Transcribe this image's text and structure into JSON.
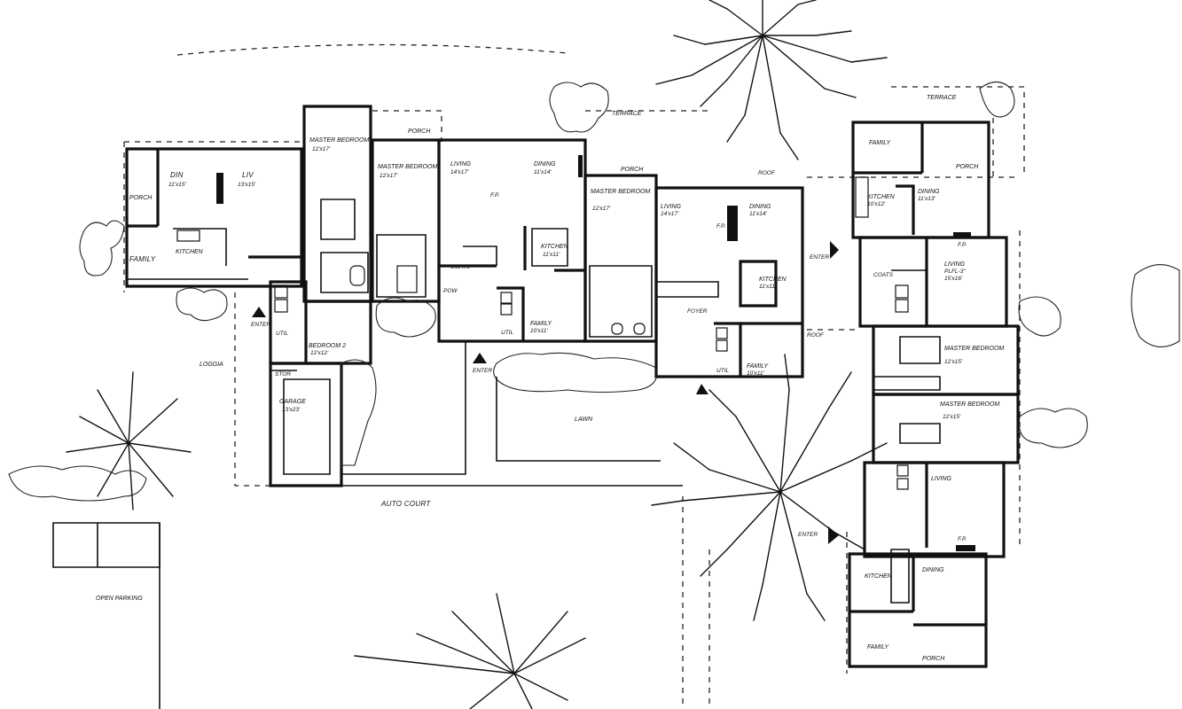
{
  "plan": {
    "labels": {
      "din": "DIN",
      "din_dim": "11'x15'",
      "liv": "LIV",
      "liv_dim": "13'x15'",
      "porch_w": "PORCH",
      "family_w": "FAMILY",
      "kitchen_w": "KITCHEN",
      "master_bedroom_1": "MASTER BEDROOM",
      "master_bedroom_1_dim": "12'x17'",
      "porch_1": "PORCH",
      "master_bedroom_2": "MASTER BEDROOM",
      "master_bedroom_2_dim": "12'x17'",
      "living_2": "LIVING",
      "living_2_dim": "14'x17'",
      "dining_2": "DINING",
      "dining_2_dim": "11'x14'",
      "fp_2": "F.P.",
      "kitchen_2": "KITCHEN",
      "kitchen_2_dim": "11'x11'",
      "coats_2": "COATS",
      "pow": "POW",
      "util_2": "UTIL",
      "family_2": "FAMILY",
      "family_2_dim": "10'x11'",
      "porch_2": "PORCH",
      "terrace_1": "TERRACE",
      "master_bedroom_3": "MASTER BEDROOM",
      "master_bedroom_3_dim": "12'x17'",
      "living_3": "LIVING",
      "living_3_dim": "14'x17'",
      "dining_3": "DINING",
      "dining_3_dim": "11'x14'",
      "fp_3": "F.P.",
      "kitchen_3": "KITCHEN",
      "kitchen_3_dim": "11'x11'",
      "foyer": "FOYER",
      "util_3": "UTIL",
      "family_3": "FAMILY",
      "family_3_dim": "10'x11'",
      "roof_1": "ROOF",
      "roof_2": "ROOF",
      "bedroom_2": "BEDROOM 2",
      "bedroom_2_dim": "12'x12'",
      "util_1": "UTIL",
      "enter_1": "ENTER",
      "enter_2": "ENTER",
      "enter_3": "ENTER",
      "enter_4": "ENTER",
      "loggia": "LOGGIA",
      "stor": "STOR",
      "garage": "GARAGE",
      "garage_dim": "13'x23'",
      "lawn": "LAWN",
      "auto_court": "AUTO COURT",
      "open_parking": "OPEN PARKING",
      "terrace_e": "TERRACE",
      "family_e": "FAMILY",
      "porch_e": "PORCH",
      "kitchen_e": "KITCHEN",
      "kitchen_e_dim": "10'x12'",
      "dining_e": "DINING",
      "dining_e_dim": "11'x13'",
      "living_e": "LIVING",
      "living_e_sub": "PLFL-3\"",
      "living_e_dim": "15'x16'",
      "fp_e": "F.P.",
      "coats_e": "COATS",
      "master_bedroom_e1": "MASTER BEDROOM",
      "master_bedroom_e1_dim": "12'x15'",
      "master_bedroom_e2": "MASTER BEDROOM",
      "master_bedroom_e2_dim": "12'x15'",
      "living_se": "LIVING",
      "fp_se": "F.P.",
      "kitchen_se": "KITCHEN",
      "dining_se": "DINING",
      "family_se": "FAMILY",
      "porch_se": "PORCH"
    }
  }
}
